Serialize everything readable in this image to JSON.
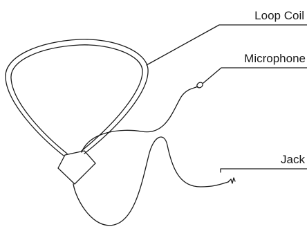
{
  "labels": {
    "loop_coil": "Loop Coil",
    "microphone": "Microphone",
    "jack": "Jack"
  }
}
